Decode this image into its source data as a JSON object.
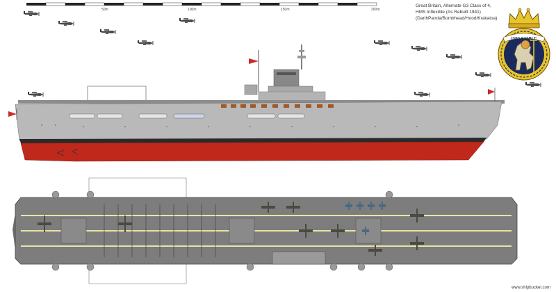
{
  "title": {
    "line1": "Great Britain, Alternate G3 Class of 4,",
    "line2": "HMS Inflexible (As Rebuilt 1941)",
    "line3": "(DarthPanda/Bombhead/Hood/Krakatoa)"
  },
  "scale": {
    "labels": [
      "50m",
      "100m",
      "150m",
      "200m"
    ]
  },
  "badge": {
    "text": "INFLEXIBLE"
  },
  "credit": "www.shipbucket.com",
  "colors": {
    "hull_grey": "#b9b9b9",
    "deck_grey": "#7d7d7d",
    "red_below_waterline": "#c0281c",
    "badge_navy": "#1b2a5c",
    "badge_gold": "#e8c52a",
    "deck_line": "#e9e4a6"
  }
}
